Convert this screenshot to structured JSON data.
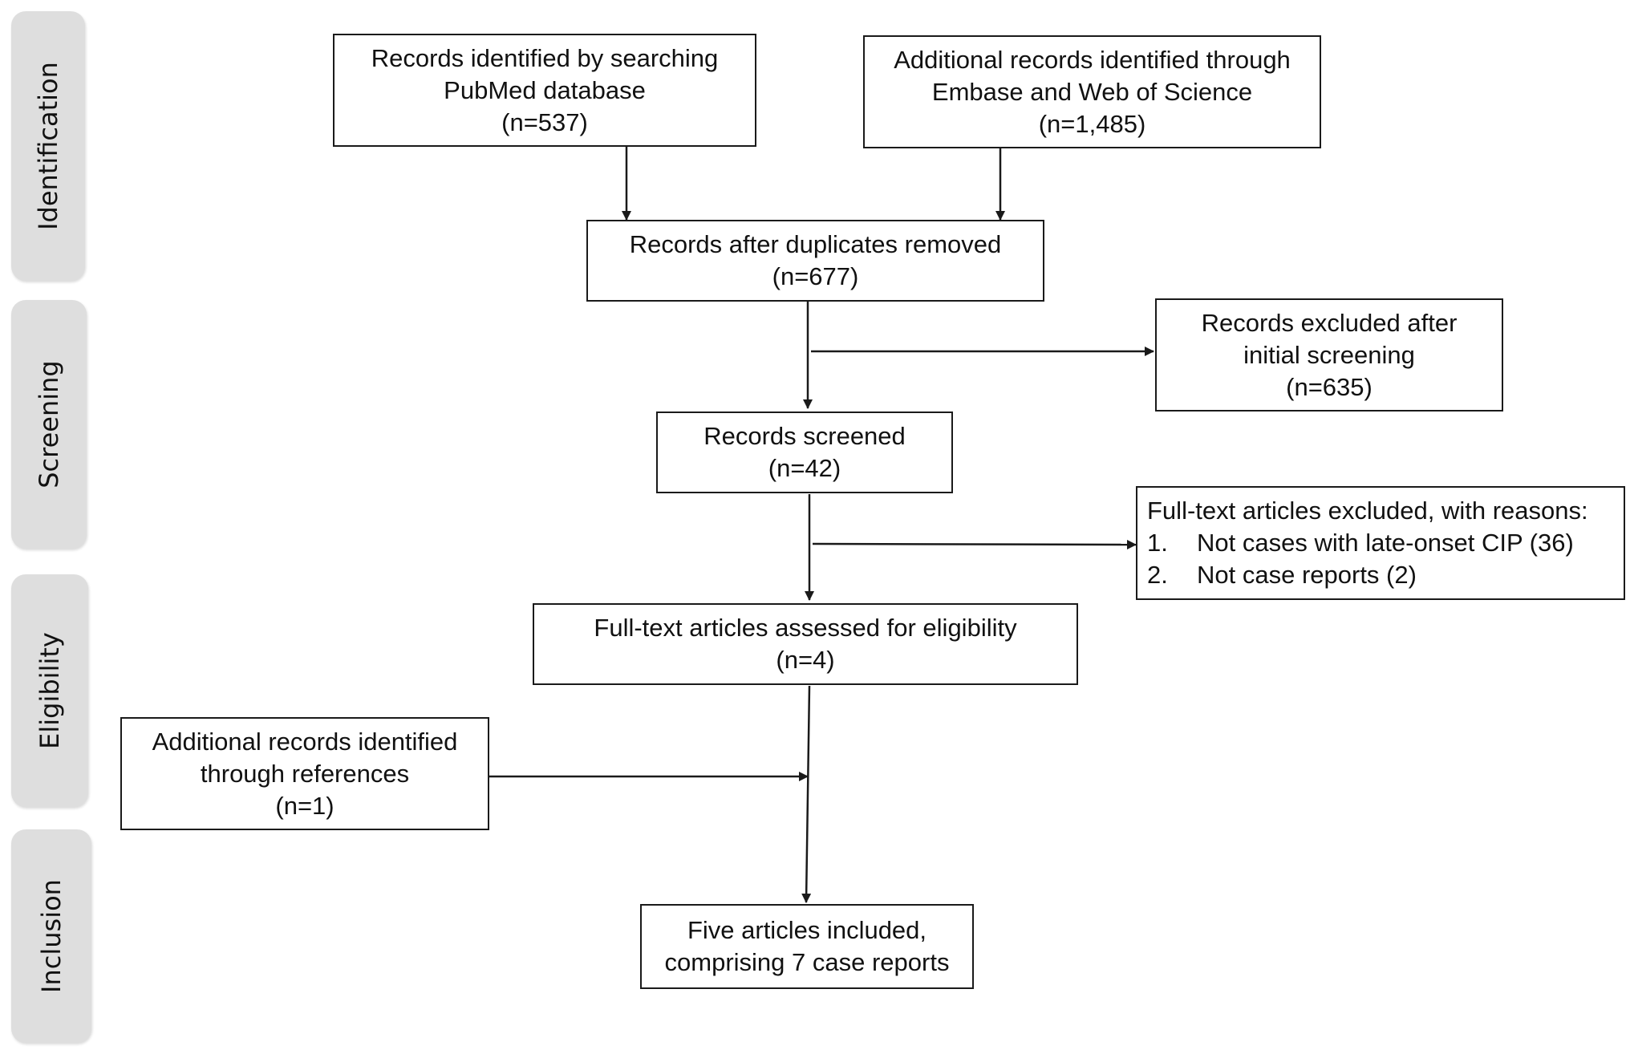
{
  "stages": {
    "identification": "Identification",
    "screening": "Screening",
    "eligibility": "Eligibility",
    "inclusion": "Inclusion"
  },
  "boxes": {
    "pubmed": {
      "line1": "Records identified by searching",
      "line2": "PubMed database",
      "count": "(n=537)"
    },
    "embase": {
      "line1": "Additional records identified through",
      "line2": "Embase and Web of Science",
      "count": "(n=1,485)"
    },
    "duplicates": {
      "line1": "Records after duplicates removed",
      "count": "(n=677)"
    },
    "excluded_initial": {
      "line1": "Records excluded after",
      "line2": "initial screening",
      "count": "(n=635)"
    },
    "screened": {
      "line1": "Records screened",
      "count": "(n=42)"
    },
    "fulltext_excluded": {
      "heading": "Full-text articles excluded, with reasons:",
      "reasons": [
        {
          "num": "1.",
          "text": "Not cases with late-onset CIP (36)"
        },
        {
          "num": "2.",
          "text": "Not case reports (2)"
        }
      ]
    },
    "eligibility": {
      "line1": "Full-text articles assessed for eligibility",
      "count": "(n=4)"
    },
    "references": {
      "line1": "Additional records identified",
      "line2": "through references",
      "count": "(n=1)"
    },
    "included": {
      "line1": "Five articles included,",
      "line2": "comprising 7 case reports"
    }
  }
}
